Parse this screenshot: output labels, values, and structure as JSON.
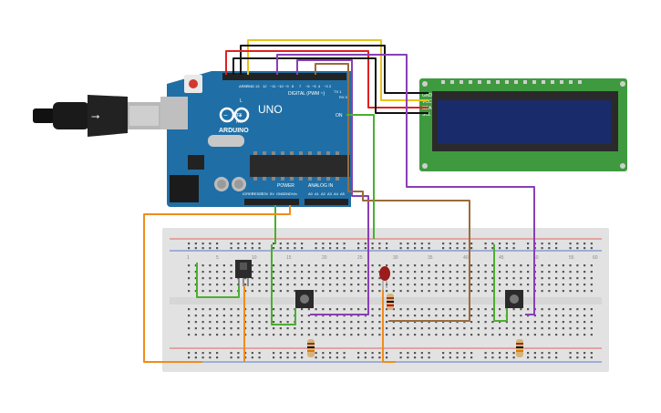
{
  "arduino": {
    "logo_text": "ARDUINO",
    "model": "UNO",
    "on_label": "ON",
    "digital_label": "DIGITAL (PWM ~)",
    "analog_label": "ANALOG IN",
    "power_label": "POWER",
    "tx_label": "TX",
    "rx_label": "RX",
    "l_label": "L",
    "aref_label": "AREF",
    "gnd_label": "GND",
    "digital_pins": [
      "13",
      "12",
      "~11",
      "~10",
      "~9",
      "8",
      "7",
      "~6",
      "~5",
      "4",
      "~3",
      "2",
      "TX 1",
      "RX 0"
    ],
    "power_pins": [
      "IOREF",
      "RESET",
      "3.3V",
      "5V",
      "GND",
      "GND",
      "Vin"
    ],
    "analog_pins": [
      "A0",
      "A1",
      "A2",
      "A3",
      "A4",
      "A5"
    ]
  },
  "lcd": {
    "pin_labels": [
      "GND",
      "VCC",
      "SDA",
      "SCL"
    ]
  },
  "breadboard": {
    "column_numbers": [
      "1",
      "5",
      "10",
      "15",
      "20",
      "25",
      "30",
      "35",
      "40",
      "45",
      "50",
      "55",
      "60"
    ]
  },
  "colors": {
    "board_blue": "#1f6fa6",
    "wire_green": "#4caf2f",
    "wire_orange": "#f08c1a",
    "wire_purple": "#8a3fb5",
    "wire_brown": "#9b6b3a",
    "wire_red": "#e02020",
    "wire_black": "#111111",
    "wire_yellow": "#e8c21a",
    "lcd_green": "#3f9a3f",
    "lcd_screen": "#1a2b6b"
  }
}
